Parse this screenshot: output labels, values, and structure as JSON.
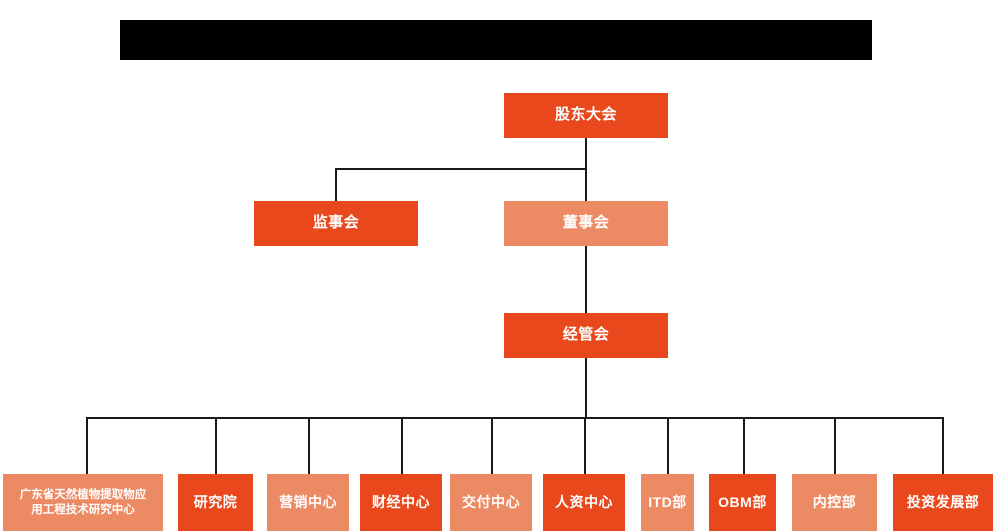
{
  "document": {
    "type": "organization-chart",
    "title_banner": {
      "redacted": true,
      "text": "",
      "color": "#000000"
    },
    "palette": {
      "dark_orange": "#E8481B",
      "light_orange": "#EC8A63",
      "line": "#1a1a1a",
      "text": "#FFFFFF",
      "background": "#FFFFFF"
    }
  },
  "levels": {
    "level1": [
      {
        "id": "shareholders",
        "label": "股东大会",
        "shade": "dark"
      }
    ],
    "level2": [
      {
        "id": "supervisors",
        "label": "监事会",
        "shade": "dark"
      },
      {
        "id": "directors",
        "label": "董事会",
        "shade": "light"
      }
    ],
    "level3": [
      {
        "id": "management-committee",
        "label": "经管会",
        "shade": "dark"
      }
    ],
    "level4": [
      {
        "id": "gd-research-center",
        "label": "广东省天然植物提取物应\n用工程技术研究中心",
        "shade": "light"
      },
      {
        "id": "research-institute",
        "label": "研究院",
        "shade": "dark"
      },
      {
        "id": "marketing-center",
        "label": "营销中心",
        "shade": "light"
      },
      {
        "id": "finance-center",
        "label": "财经中心",
        "shade": "dark"
      },
      {
        "id": "delivery-center",
        "label": "交付中心",
        "shade": "light"
      },
      {
        "id": "hr-center",
        "label": "人资中心",
        "shade": "dark"
      },
      {
        "id": "itd-dept",
        "label": "ITD部",
        "shade": "light"
      },
      {
        "id": "obm-dept",
        "label": "OBM部",
        "shade": "dark"
      },
      {
        "id": "internal-control-dept",
        "label": "内控部",
        "shade": "light"
      },
      {
        "id": "investment-development-dept",
        "label": "投资发展部",
        "shade": "dark"
      }
    ]
  }
}
